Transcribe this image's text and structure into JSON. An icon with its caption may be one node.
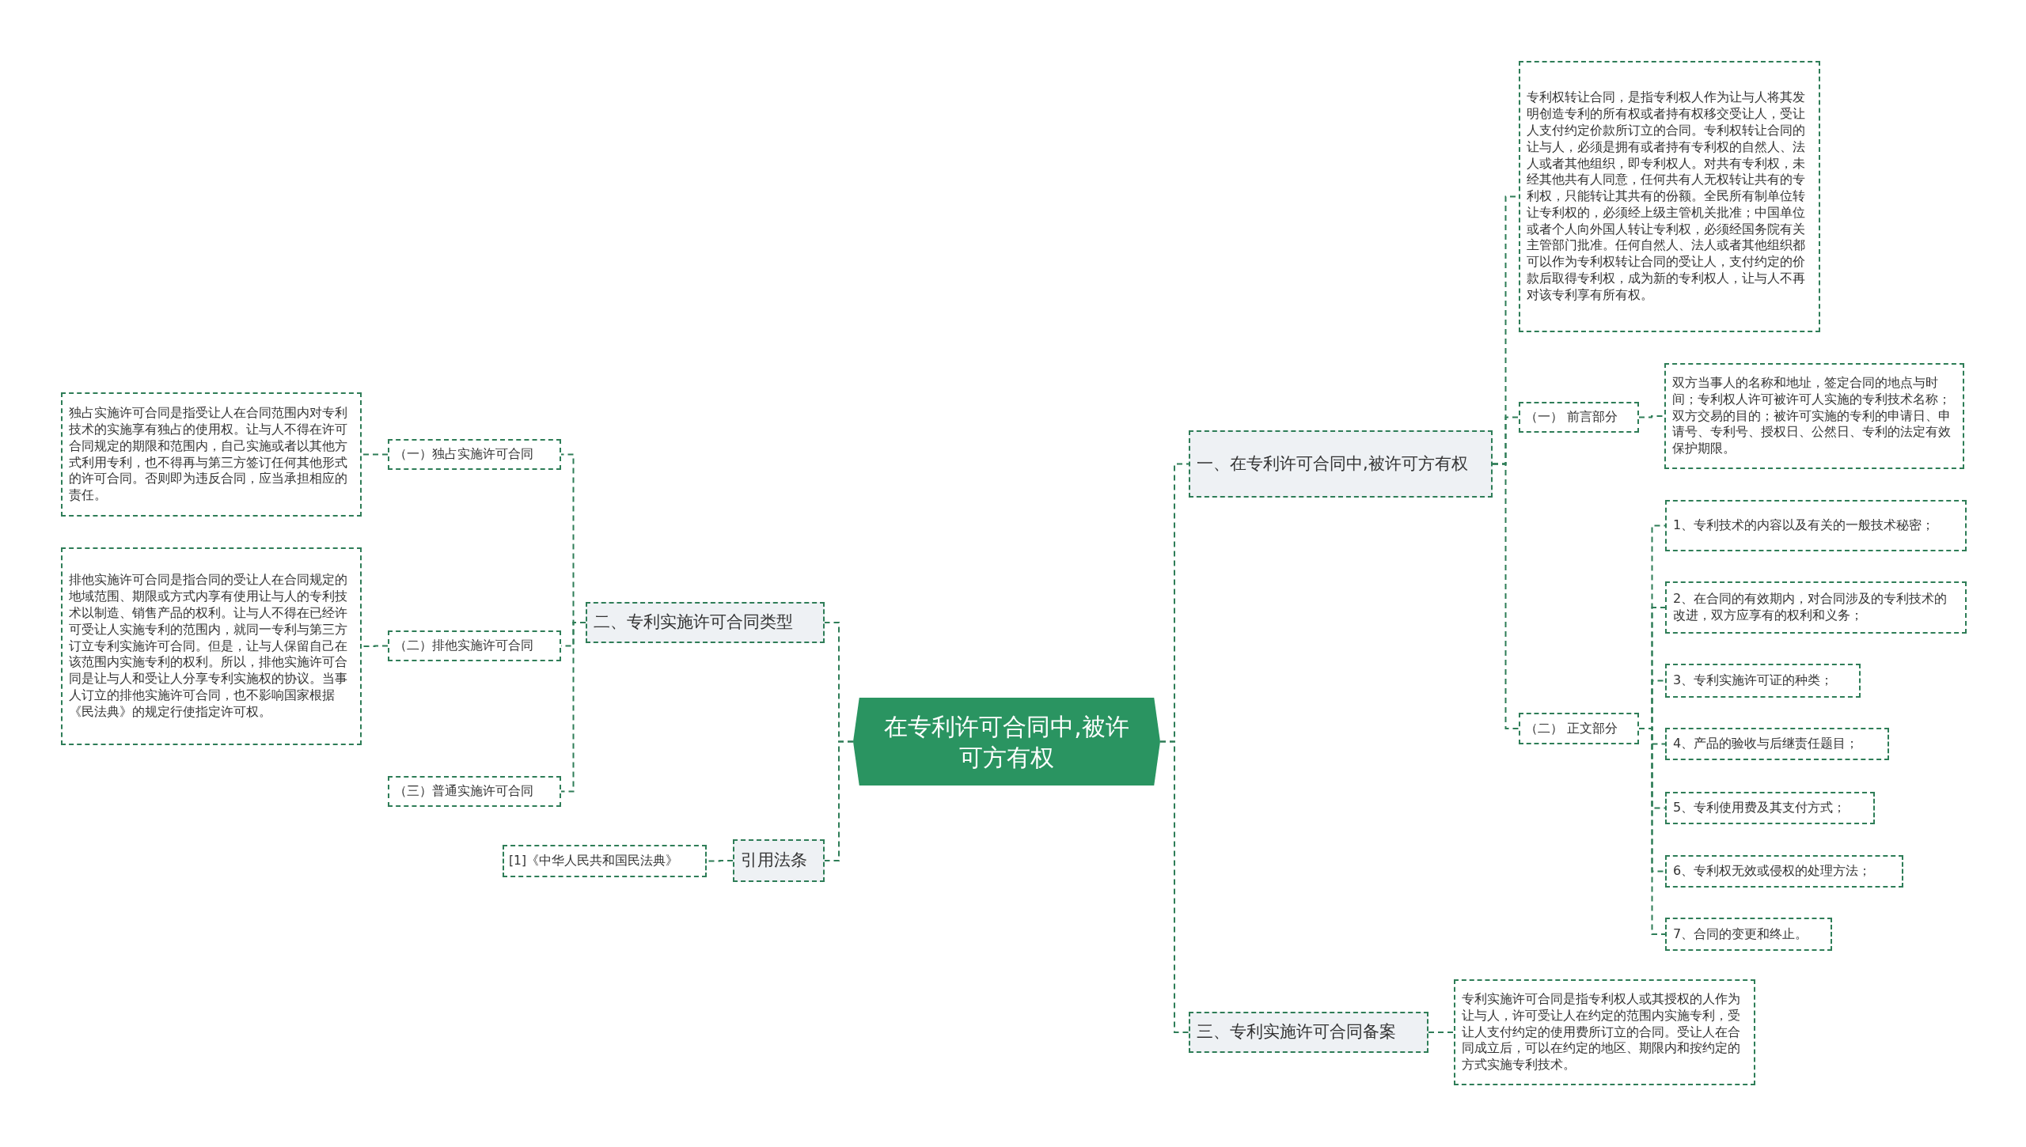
{
  "diagram": {
    "nodes": [
      {
        "text": [
          "在专利许可合同中,被许可方有权"
        ]
      },
      {
        "text": [
          "一、在专利许可合同中,被许可方有权"
        ]
      },
      {
        "text": [
          "专利权转让合同，是指专利权人作为让与人将其发明创造专利的所有权或者持有权移交受让人，受让人支付约定价款所订立的合同。专利权转让合同的让与人，必须是拥有或者持有专利权的自然人、法人或者其他组织，即专利权人。对共有专利权，未经其他共有人同意，任何共有人无权转让共有的专利权，只能转让其共有的份额。全民所有制单位转让专利权的，必须经上级主管机关批准；中国单位或者个人向外国人转让专利权，必须经国务院有关主管部门批准。任何自然人、法人或者其他组织都可以作为专利权转让合同的受让人，支付约定的价款后取得专利权，成为新的专利权人，让与人不再对该专利享有所有权。"
        ]
      },
      {
        "text": [
          "（一） 前言部分"
        ]
      },
      {
        "text": [
          "双方当事人的名称和地址，签定合同的地点与时间；专利权人许可被许可人实施的专利技术名称；双方交易的目的；被许可实施的专利的申请日、申请号、专利号、授权日、公然日、专利的法定有效保护期限。"
        ]
      },
      {
        "text": [
          "（二） 正文部分"
        ]
      },
      {
        "text": [
          "1、专利技术的内容以及有关的一般技术秘密；"
        ]
      },
      {
        "text": [
          "2、在合同的有效期内，对合同涉及的专利技术的改进，双方应享有的权利和义务；"
        ]
      },
      {
        "text": [
          "3、专利实施许可证的种类；"
        ]
      },
      {
        "text": [
          "4、产品的验收与后继责任题目；"
        ]
      },
      {
        "text": [
          "5、专利使用费及其支付方式；"
        ]
      },
      {
        "text": [
          "6、专利权无效或侵权的处理方法；"
        ]
      },
      {
        "text": [
          "7、合同的变更和终止。"
        ]
      },
      {
        "text": [
          "三、专利实施许可合同备案"
        ]
      },
      {
        "text": [
          "专利实施许可合同是指专利权人或其授权的人作为让与人，许可受让人在约定的范围内实施专利，受让人支付约定的使用费所订立的合同。受让人在合同成立后，可以在约定的地区、期限内和按约定的方式实施专利技术。"
        ]
      },
      {
        "text": [
          "二、专利实施许可合同类型"
        ]
      },
      {
        "text": [
          "（一）独占实施许可合同"
        ]
      },
      {
        "text": [
          "独占实施许可合同是指受让人在合同范围内对专利技术的实施享有独占的使用权。让与人不得在许可合同规定的期限和范围内，自己实施或者以其他方式利用专利，也不得再与第三方签订任何其他形式的许可合同。否则即为违反合同，应当承担相应的责任。"
        ]
      },
      {
        "text": [
          "（二）排他实施许可合同"
        ]
      },
      {
        "text": [
          "排他实施许可合同是指合同的受让人在合同规定的地域范围、期限或方式内享有使用让与人的专利技术以制造、销售产品的权利。让与人不得在已经许可受让人实施专利的范围内，就同一专利与第三方订立专利实施许可合同。但是，让与人保留自己在该范围内实施专利的权利。所以，排他实施许可合同是让与人和受让人分享专利实施权的协议。当事人订立的排他实施许可合同，也不影响国家根据《民法典》的规定行使指定许可权。"
        ]
      },
      {
        "text": [
          "（三）普通实施许可合同"
        ]
      },
      {
        "text": [
          "引用法条"
        ]
      },
      {
        "text": [
          "[1]《中华人民共和国民法典》"
        ]
      }
    ],
    "edges": [
      {
        "from": 0,
        "to": 1,
        "arrow": "none"
      },
      {
        "from": 1,
        "to": 2,
        "arrow": "none"
      },
      {
        "from": 1,
        "to": 3,
        "arrow": "none"
      },
      {
        "from": 3,
        "to": 4,
        "arrow": "none"
      },
      {
        "from": 1,
        "to": 5,
        "arrow": "none"
      },
      {
        "from": 5,
        "to": 6,
        "arrow": "none"
      },
      {
        "from": 5,
        "to": 7,
        "arrow": "none"
      },
      {
        "from": 5,
        "to": 8,
        "arrow": "none"
      },
      {
        "from": 5,
        "to": 9,
        "arrow": "none"
      },
      {
        "from": 5,
        "to": 10,
        "arrow": "none"
      },
      {
        "from": 5,
        "to": 11,
        "arrow": "none"
      },
      {
        "from": 5,
        "to": 12,
        "arrow": "none"
      },
      {
        "from": 0,
        "to": 13,
        "arrow": "none"
      },
      {
        "from": 13,
        "to": 14,
        "arrow": "none"
      },
      {
        "from": 0,
        "to": 15,
        "arrow": "none"
      },
      {
        "from": 15,
        "to": 16,
        "arrow": "none"
      },
      {
        "from": 16,
        "to": 17,
        "arrow": "none"
      },
      {
        "from": 15,
        "to": 18,
        "arrow": "none"
      },
      {
        "from": 18,
        "to": 19,
        "arrow": "none"
      },
      {
        "from": 15,
        "to": 20,
        "arrow": "none"
      },
      {
        "from": 0,
        "to": 21,
        "arrow": "none"
      },
      {
        "from": 21,
        "to": 22,
        "arrow": "none"
      }
    ]
  }
}
